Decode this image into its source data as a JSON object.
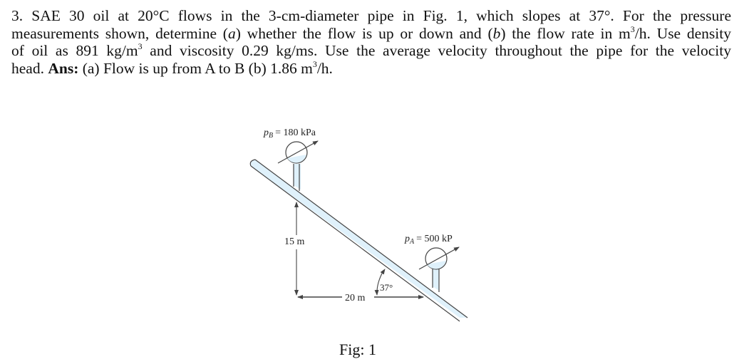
{
  "problem": {
    "number": "3.",
    "line1": "SAE 30 oil at 20°C flows in the 3-cm-diameter pipe in Fig. 1, which slopes at 37°. For the pressure",
    "line2a": "measurements shown, determine (",
    "line2_a": "a",
    "line2b": ") whether the flow is up or down and (",
    "line2_b": "b",
    "line2c": ") the flow rate in m",
    "line2_sup": "3",
    "line2d": "/h. Use density",
    "line3a": "of oil as 891 kg/m",
    "line3_sup": "3",
    "line3b": " and viscosity 0.29 kg/ms. Use the average velocity throughout the pipe for the velocity",
    "line4a": "head. ",
    "ans_label": "Ans:",
    "line4b": " (a) Flow is up from A to B (b) 1.86 m",
    "line4_sup": "3",
    "line4c": "/h."
  },
  "figure": {
    "gauge_b": {
      "symbol": "p",
      "subscript": "B",
      "value": "= 180 kPa"
    },
    "gauge_a": {
      "symbol": "p",
      "subscript": "A",
      "value": "= 500 kP"
    },
    "vertical_dim": "15 m",
    "horizontal_dim": "20 m",
    "angle": "37°",
    "caption": "Fig: 1",
    "colors": {
      "pipe_fill": "#dff1fb",
      "outline": "#444444",
      "dim_line": "#555555"
    }
  }
}
